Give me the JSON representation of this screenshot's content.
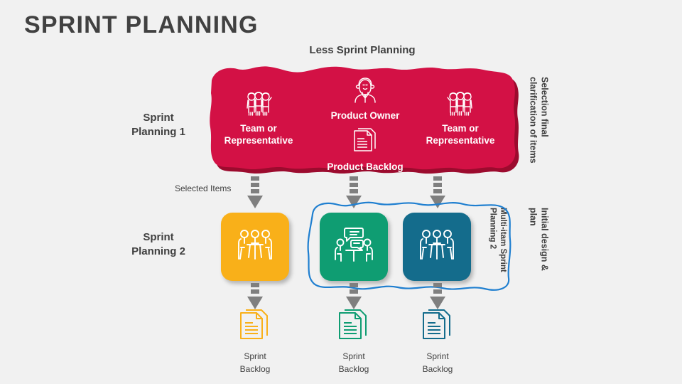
{
  "slide": {
    "title": "SPRINT PLANNING",
    "background_color": "#f1f1f1",
    "title_color": "#414141"
  },
  "section_header": {
    "label": "Less Sprint Planning"
  },
  "row_labels": [
    {
      "label": "Sprint\nPlanning 1"
    },
    {
      "label": "Sprint\nPlanning 2"
    }
  ],
  "flow_labels": {
    "selected_items": "Selected Items"
  },
  "side_labels": [
    {
      "name": "selection-final-clarification",
      "label": "Selection final clarification of items"
    },
    {
      "name": "initial-design-plan",
      "label": "Initial design & plan"
    },
    {
      "name": "multi-item-sprint-planning-2",
      "label": "Multi-itam Sprint Planning 2"
    }
  ],
  "red_banner": {
    "color": "#d31145",
    "shadow_color": "#9c0b2e",
    "items": [
      {
        "icon": "team-group-icon",
        "label": "Team or\nRepresentative"
      },
      {
        "icon": "product-owner-icon",
        "label": "Product Owner"
      },
      {
        "icon": "product-backlog-document-icon",
        "label": "Product Backlog"
      },
      {
        "icon": "team-group-icon",
        "label": "Team or\nRepresentative"
      }
    ]
  },
  "activity_boxes": [
    {
      "name": "sprint-planning-2-meeting-orange",
      "color": "#f9b019",
      "icon": "meeting-table-icon"
    },
    {
      "name": "sprint-planning-2-discussion-green",
      "color": "#0f9d72",
      "icon": "discussion-speech-icon"
    },
    {
      "name": "sprint-planning-2-meeting-teal",
      "color": "#146C8C",
      "icon": "meeting-table-icon"
    }
  ],
  "group_outline": {
    "color": "#1f7fd0"
  },
  "outputs": [
    {
      "icon": "sprint-backlog-document-icon",
      "color": "#f9b019",
      "label": "Sprint\nBacklog"
    },
    {
      "icon": "sprint-backlog-document-icon",
      "color": "#0f9d72",
      "label": "Sprint\nBacklog"
    },
    {
      "icon": "sprint-backlog-document-icon",
      "color": "#146C8C",
      "label": "Sprint\nBacklog"
    }
  ],
  "arrows": {
    "color": "#7f7f7f",
    "style": "dashed-down-arrow",
    "count": 6
  }
}
